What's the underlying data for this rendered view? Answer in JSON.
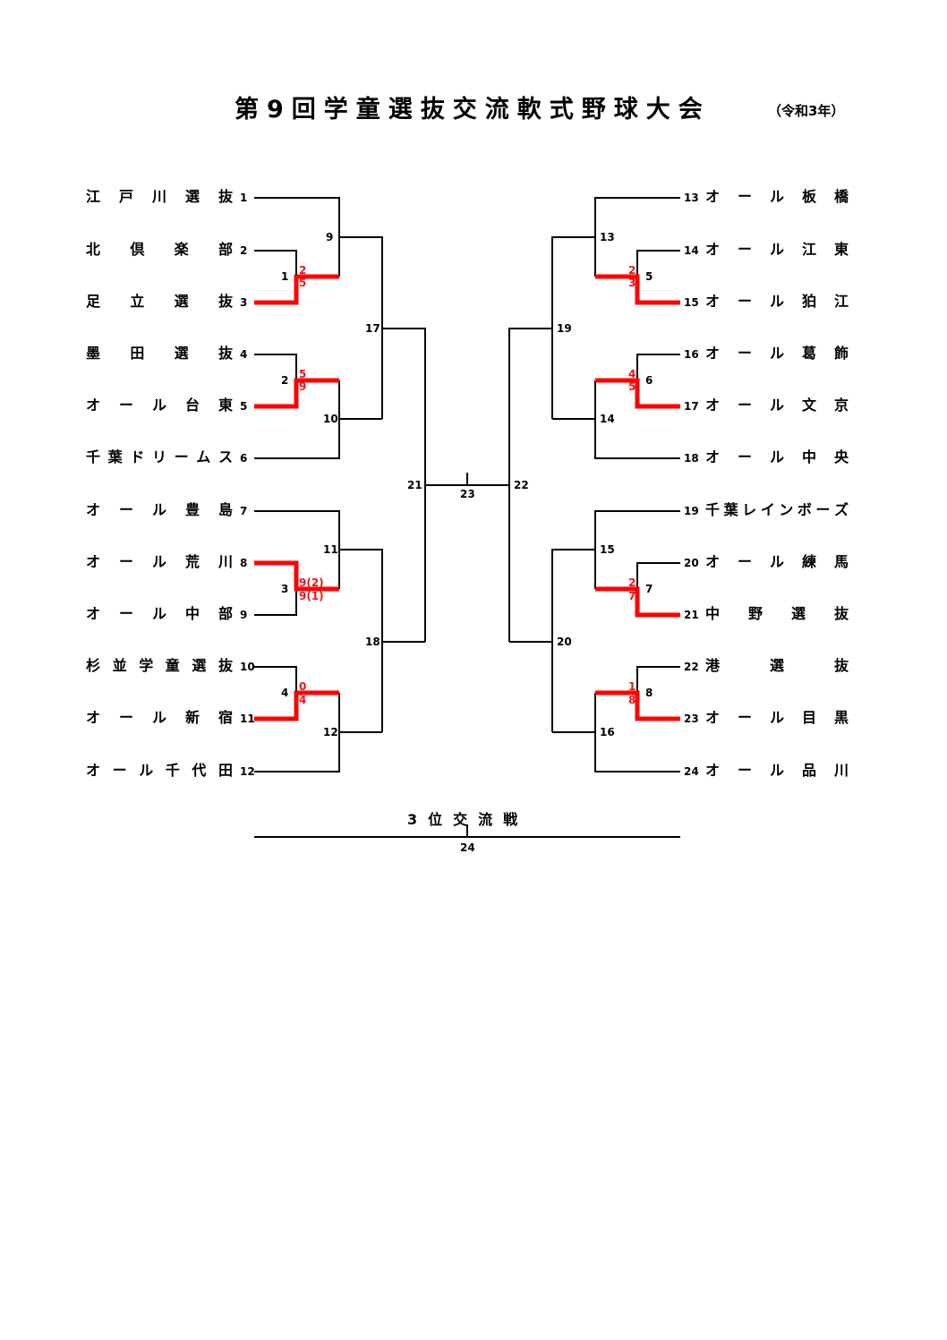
{
  "header": {
    "title": "第9回学童選抜交流軟式野球大会",
    "year": "（令和3年）"
  },
  "colors": {
    "winner_line": "#ff0000",
    "score_text": "#e8141a",
    "line": "#000000"
  },
  "left_teams": [
    {
      "seed": "1",
      "name": "江戸川選抜"
    },
    {
      "seed": "2",
      "name": "北倶楽部"
    },
    {
      "seed": "3",
      "name": "足立選抜"
    },
    {
      "seed": "4",
      "name": "墨田選抜"
    },
    {
      "seed": "5",
      "name": "オール台東"
    },
    {
      "seed": "6",
      "name": "千葉ドリームス"
    },
    {
      "seed": "7",
      "name": "オール豊島"
    },
    {
      "seed": "8",
      "name": "オール荒川"
    },
    {
      "seed": "9",
      "name": "オール中部"
    },
    {
      "seed": "10",
      "name": "杉並学童選抜"
    },
    {
      "seed": "11",
      "name": "オール新宿"
    },
    {
      "seed": "12",
      "name": "オール千代田"
    }
  ],
  "right_teams": [
    {
      "seed": "13",
      "name": "オール板橋"
    },
    {
      "seed": "14",
      "name": "オール江東"
    },
    {
      "seed": "15",
      "name": "オール狛江"
    },
    {
      "seed": "16",
      "name": "オール葛飾"
    },
    {
      "seed": "17",
      "name": "オール文京"
    },
    {
      "seed": "18",
      "name": "オール中央"
    },
    {
      "seed": "19",
      "name": "千葉レインボーズ"
    },
    {
      "seed": "20",
      "name": "オール練馬"
    },
    {
      "seed": "21",
      "name": "中野選抜"
    },
    {
      "seed": "22",
      "name": "港選抜"
    },
    {
      "seed": "23",
      "name": "オール目黒"
    },
    {
      "seed": "24",
      "name": "オール品川"
    }
  ],
  "matches": {
    "m1": {
      "no": "1",
      "score_top": "2",
      "score_bottom": "5"
    },
    "m2": {
      "no": "2",
      "score_top": "5",
      "score_bottom": "9"
    },
    "m3": {
      "no": "3",
      "score_top": "9(2)",
      "score_bottom": "9(1)"
    },
    "m4": {
      "no": "4",
      "score_top": "0",
      "score_bottom": "4"
    },
    "m5": {
      "no": "5",
      "score_top": "2",
      "score_bottom": "3"
    },
    "m6": {
      "no": "6",
      "score_top": "4",
      "score_bottom": "5"
    },
    "m7": {
      "no": "7",
      "score_top": "2",
      "score_bottom": "7"
    },
    "m8": {
      "no": "8",
      "score_top": "1",
      "score_bottom": "8"
    },
    "m9": {
      "no": "9"
    },
    "m10": {
      "no": "10"
    },
    "m11": {
      "no": "11"
    },
    "m12": {
      "no": "12"
    },
    "m13": {
      "no": "13"
    },
    "m14": {
      "no": "14"
    },
    "m15": {
      "no": "15"
    },
    "m16": {
      "no": "16"
    },
    "m17": {
      "no": "17"
    },
    "m18": {
      "no": "18"
    },
    "m19": {
      "no": "19"
    },
    "m20": {
      "no": "20"
    },
    "m21": {
      "no": "21"
    },
    "m22": {
      "no": "22"
    },
    "m23": {
      "no": "23"
    },
    "m24": {
      "no": "24"
    }
  },
  "third_place": {
    "title": "3位交流戦"
  }
}
